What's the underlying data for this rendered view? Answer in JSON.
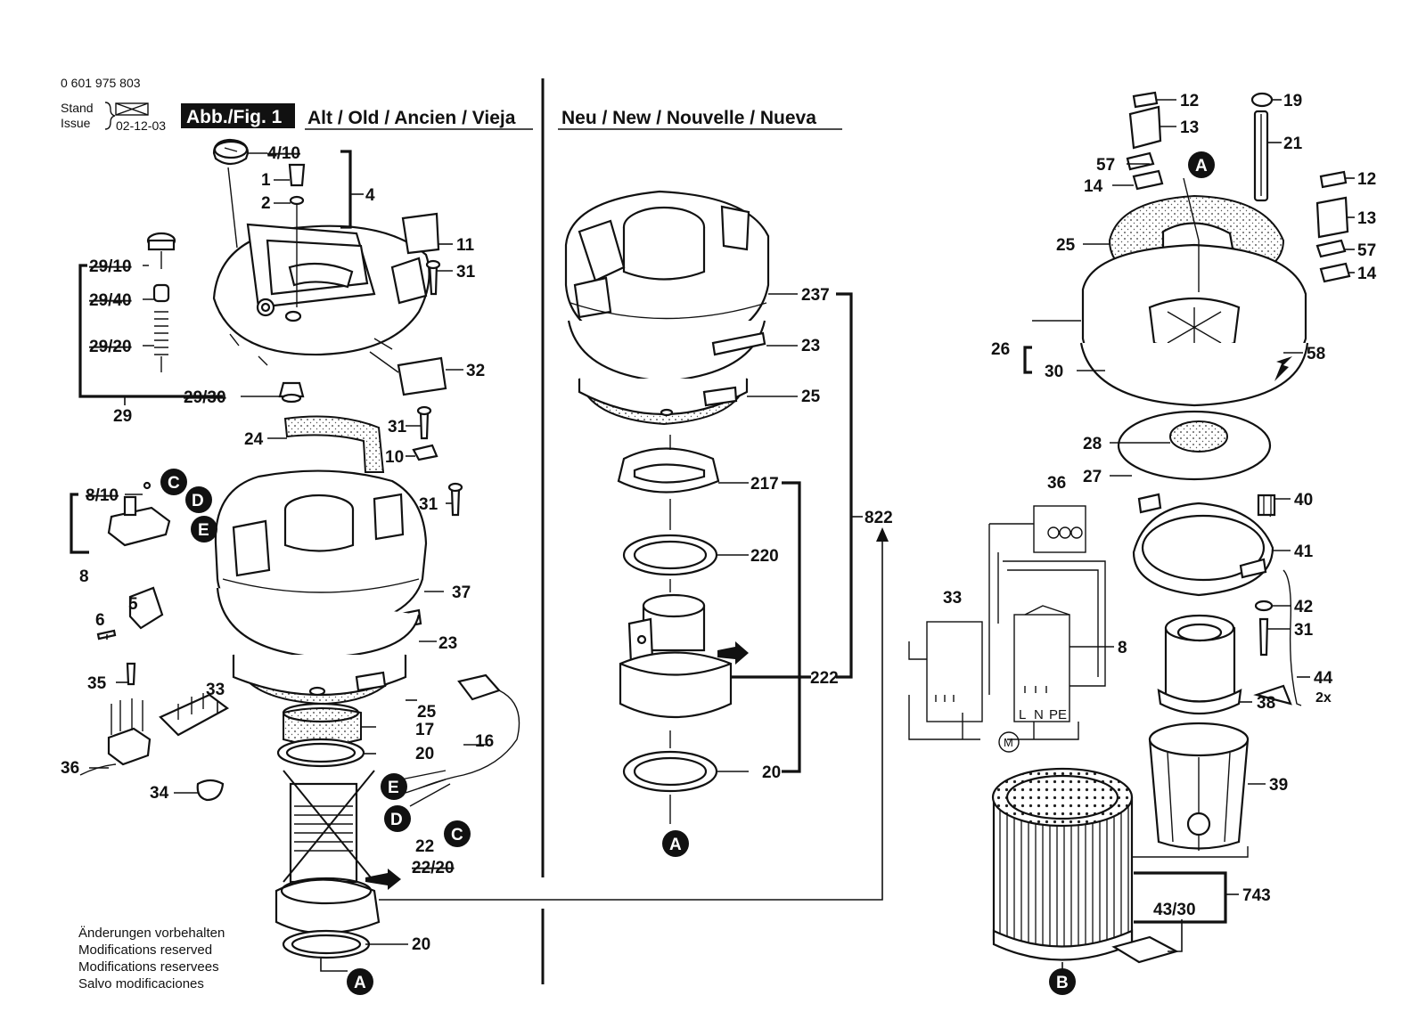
{
  "doc": {
    "part_number": "0 601 975 803",
    "stand_label": "Stand",
    "issue_label": "Issue",
    "date": "02-12-03",
    "fig_label": "Abb./Fig. 1",
    "heading_old": "Alt / Old / Ancien / Vieja",
    "heading_new": "Neu / New / Nouvelle / Nueva",
    "footer": [
      "Änderungen vorbehalten",
      "Modifications reserved",
      "Modifications reservees",
      "Salvo modificaciones"
    ]
  },
  "labels": {
    "l4_10": "4/10",
    "l1": "1",
    "l2": "2",
    "l4": "4",
    "l11": "11",
    "l31a": "31",
    "l29_10": "29/10",
    "l29_40": "29/40",
    "l29_20": "29/20",
    "l29_30": "29/30",
    "l29": "29",
    "l32": "32",
    "l24": "24",
    "l31b": "31",
    "l10": "10",
    "l8_10": "8/10",
    "l8": "8",
    "l31c": "31",
    "l37": "37",
    "l5": "5",
    "l6": "6",
    "l23a": "23",
    "l35": "35",
    "l33a": "33",
    "l25a": "25",
    "l17": "17",
    "l16": "16",
    "l20a": "20",
    "l36a": "36",
    "l34": "34",
    "l22": "22",
    "l22_20": "22/20",
    "l20b": "20",
    "l237": "237",
    "l23b": "23",
    "l25b": "25",
    "l217": "217",
    "l220": "220",
    "l822": "822",
    "l222": "222",
    "l20c": "20",
    "l12a": "12",
    "l19": "19",
    "l13a": "13",
    "l21": "21",
    "l57a": "57",
    "l14a": "14",
    "l12b": "12",
    "l25c": "25",
    "l13b": "13",
    "l57b": "57",
    "l14b": "14",
    "l26": "26",
    "l58": "58",
    "l30": "30",
    "l28": "28",
    "l27": "27",
    "l36b": "36",
    "l40": "40",
    "l41": "41",
    "l33b": "33",
    "l42": "42",
    "l31d": "31",
    "l8b": "8",
    "l44": "44",
    "l2x": "2x",
    "l38": "38",
    "l39": "39",
    "l743": "743",
    "l43_30": "43/30"
  },
  "callouts": {
    "a": "A",
    "b": "B",
    "c": "C",
    "d": "D",
    "e": "E"
  },
  "schematic": {
    "l": "L",
    "n": "N",
    "pe": "PE",
    "motor": "M"
  }
}
